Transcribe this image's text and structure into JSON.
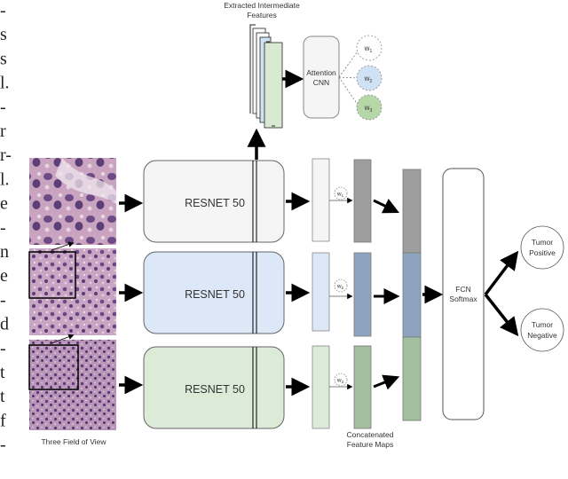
{
  "margin_text": [
    "-",
    "s",
    "s",
    "l.",
    "-",
    "r",
    "r-",
    "l.",
    "e",
    "-",
    "n",
    "e",
    "-",
    "d",
    "-",
    "t",
    "t",
    "f",
    "-"
  ],
  "labels": {
    "extracted": [
      "Extracted Intermediate",
      "Features"
    ],
    "attention": [
      "Attention",
      "CNN"
    ],
    "field_of_view": "Three Field of View",
    "concatenated": [
      "Concatenated",
      "Feature Maps"
    ],
    "fcn": [
      "FCN",
      "Softmax"
    ]
  },
  "resnets": [
    "RESNET 50",
    "RESNET 50",
    "RESNET 50"
  ],
  "weights": {
    "top": [
      "w",
      "w",
      "w"
    ],
    "top_subscripts": [
      "1",
      "2",
      "3"
    ],
    "mid": [
      "w",
      "w",
      "w"
    ],
    "mid_subscripts": [
      "1",
      "2",
      "3"
    ]
  },
  "outputs": [
    [
      "Tumor",
      "Positive"
    ],
    [
      "Tumor",
      "Negative"
    ]
  ],
  "colors": {
    "gray_light": "#f5f5f5",
    "blue_light": "#dce8f7",
    "green_light": "#dcebd8",
    "gray_dark": "#9e9e9e",
    "blue_dark": "#8ea3bf",
    "green_dark": "#a3bf9d",
    "blue_weight": "#cfe2f3",
    "green_weight": "#b6d7a8",
    "stroke": "#666666"
  }
}
